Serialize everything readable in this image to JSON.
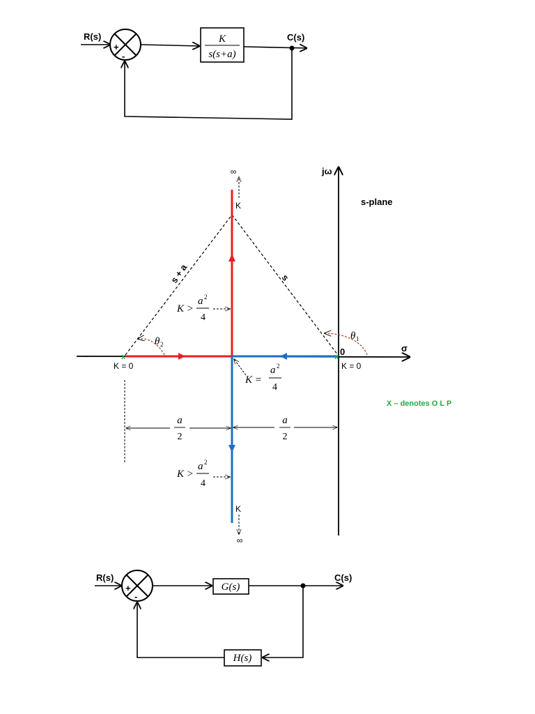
{
  "colors": {
    "red_locus": "#ee1c25",
    "blue_locus": "#1f6fbf",
    "pole_marker": "#22aa44",
    "angle_arc": "#a0522d",
    "legend_text": "#22aa44",
    "ink": "#000000"
  },
  "top_block_diagram": {
    "input": "R(s)",
    "output": "C(s)",
    "plus": "+",
    "minus": "-",
    "tf_num": "K",
    "tf_den": "s(s+a)"
  },
  "s_plane": {
    "title": "s-plane",
    "jw_axis": "jω",
    "sigma_axis": "σ",
    "origin": "0",
    "infinity": "∞",
    "k_label": "K",
    "k_zero": "K = 0",
    "vec_s_plus_a": "s + a",
    "vec_s": "s",
    "theta1": "θ",
    "theta1_sub": "1",
    "theta2": "θ",
    "theta2_sub": "2",
    "k_greater": "K >",
    "k_equal": "K =",
    "a_sq": "a",
    "sq": "2",
    "four": "4",
    "a_half_num": "a",
    "a_half_den": "2",
    "legend": "X – denotes O L P"
  },
  "bottom_block_diagram": {
    "input": "R(s)",
    "output": "C(s)",
    "plus": "+",
    "minus": "-",
    "forward": "G(s)",
    "feedback": "H(s)"
  }
}
